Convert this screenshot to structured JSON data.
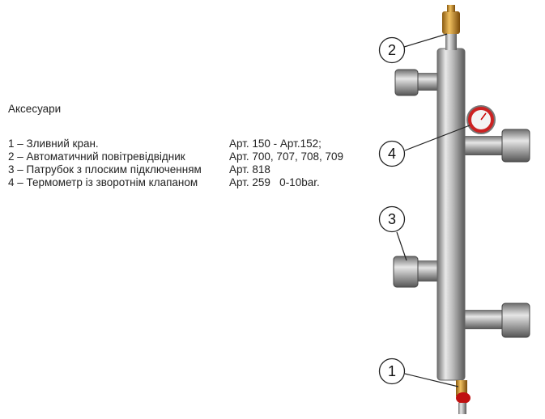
{
  "title": "Аксесуари",
  "items": [
    {
      "desc": "1 – Зливний кран.",
      "art": "Арт. 150 - Арт.152;"
    },
    {
      "desc": "2 – Автоматичний повітревідвідник",
      "art": "Арт. 700, 707, 708, 709"
    },
    {
      "desc": "3 – Патрубок з плоским підключенням",
      "art": "Арт. 818"
    },
    {
      "desc": "4 – Термометр із зворотнім клапаном",
      "art": "Арт. 259   0-10bar."
    }
  ],
  "callouts": [
    "2",
    "4",
    "3",
    "1"
  ]
}
